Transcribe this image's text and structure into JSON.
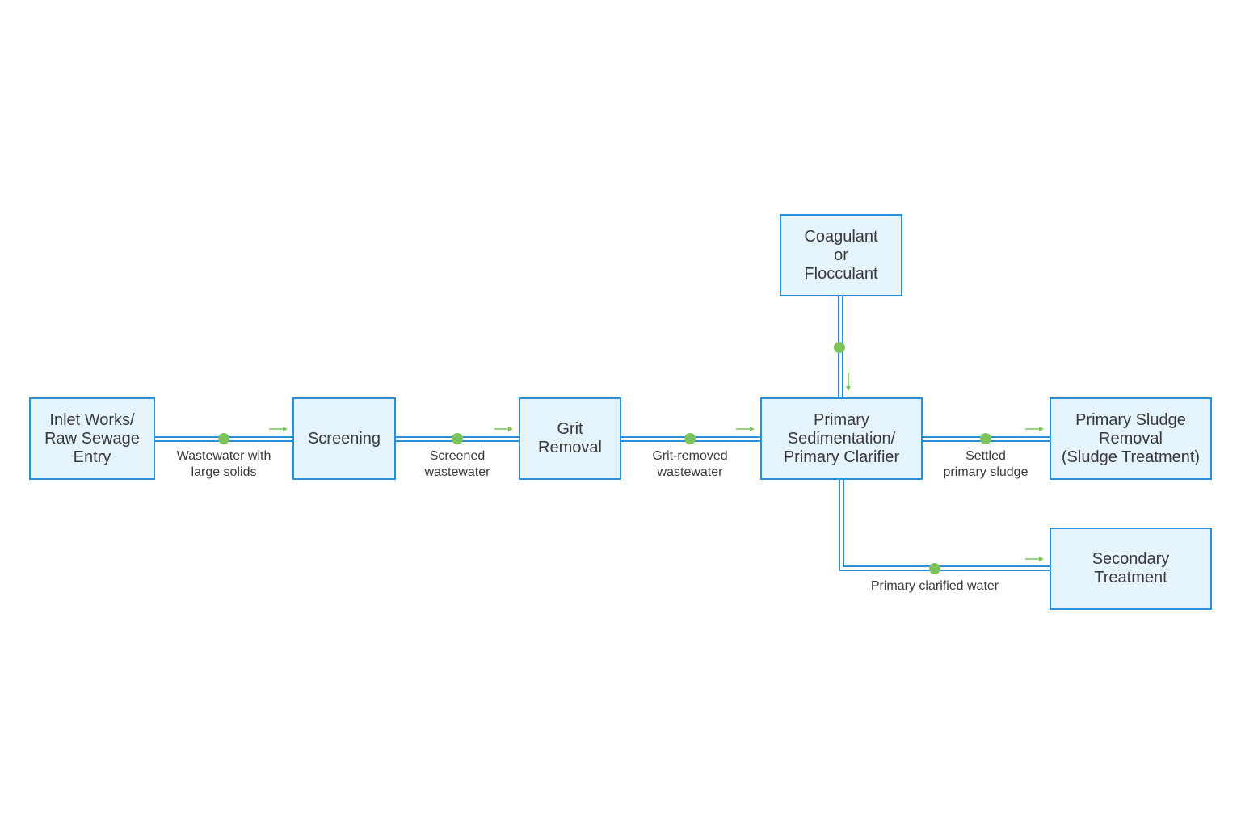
{
  "colors": {
    "node_fill": "#e5f3fb",
    "node_border": "#2a8fd6",
    "pipe": "#2a8fd6",
    "junction_dot": "#7cc35b",
    "arrow": "#7cc35b",
    "text": "#3a3a3a"
  },
  "nodes": {
    "inlet": {
      "label": "Inlet Works/\nRaw Sewage\nEntry"
    },
    "screening": {
      "label": "Screening"
    },
    "grit": {
      "label": "Grit\nRemoval"
    },
    "primary": {
      "label": "Primary\nSedimentation/\nPrimary Clarifier"
    },
    "coagulant": {
      "label": "Coagulant\nor\nFlocculant"
    },
    "sludge": {
      "label": "Primary Sludge\nRemoval\n(Sludge Treatment)"
    },
    "secondary": {
      "label": "Secondary\nTreatment"
    }
  },
  "flows": {
    "inlet_to_screening": {
      "label": "Wastewater with\nlarge solids"
    },
    "screening_to_grit": {
      "label": "Screened\nwastewater"
    },
    "grit_to_primary": {
      "label": "Grit-removed\nwastewater"
    },
    "primary_to_sludge": {
      "label": "Settled\nprimary sludge"
    },
    "primary_to_secondary": {
      "label": "Primary clarified water"
    },
    "coagulant_to_primary": {
      "label": ""
    }
  },
  "icons": {
    "flow_arrow": "right-arrow-icon",
    "junction": "junction-dot-icon"
  }
}
